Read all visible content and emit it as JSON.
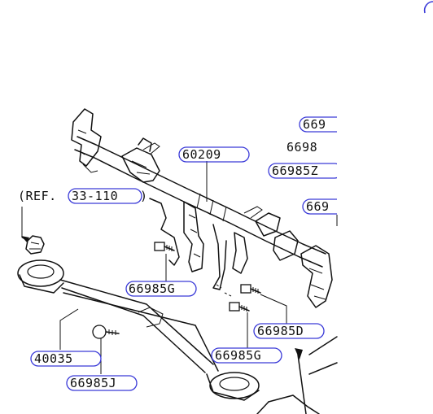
{
  "labels": {
    "p60209": "60209",
    "p66985g_left": "66985G",
    "p66985g_right": "66985G",
    "p66985d": "66985D",
    "p66985z": "66985Z",
    "p40035": "40035",
    "p66985j": "66985J",
    "ref_prefix": "(REF.",
    "ref_code": "33-110",
    "ref_suffix": ")",
    "cut_top1": "669",
    "cut_top2": "6698",
    "cut_mid": "669"
  },
  "colors": {
    "callout_outline": "#3a3ad8",
    "line_art": "#111111",
    "background": "#ffffff"
  },
  "icons": {
    "corner_mark": "blue-hook-icon"
  }
}
